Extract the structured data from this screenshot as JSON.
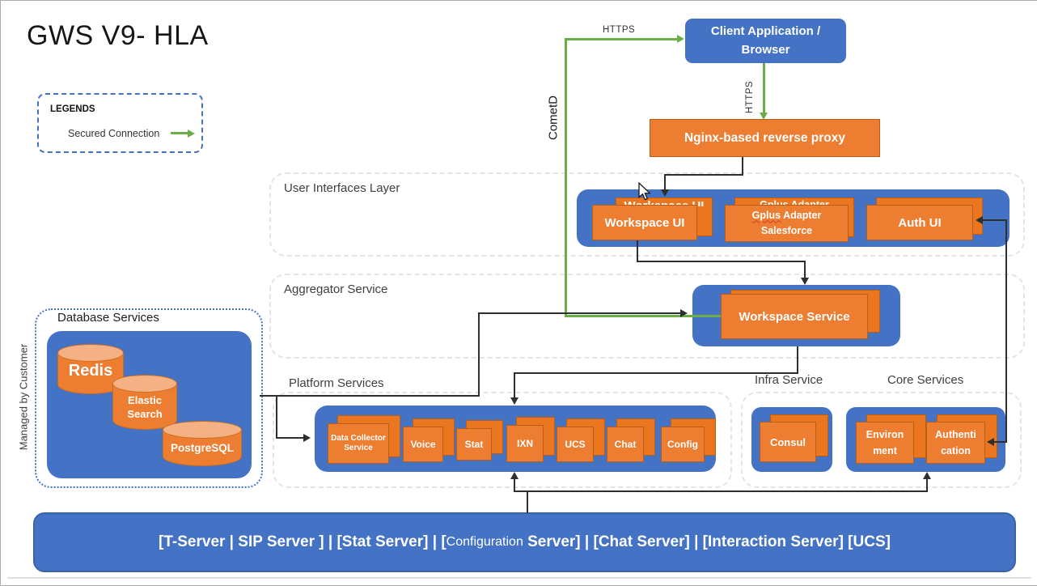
{
  "title": "GWS V9- HLA",
  "legend": {
    "heading": "LEGENDS",
    "secured_connection": "Secured Connection"
  },
  "connections": {
    "https_top": "HTTPS",
    "https_mid": "HTTPS",
    "cometd": "CometD"
  },
  "nodes": {
    "client": "Client Application / Browser",
    "nginx": "Nginx-based reverse proxy",
    "workspace_ui": "Workspace UI",
    "gplus": {
      "word": "Gplus",
      "rest": " Adapter",
      "line2": "Salesforce"
    },
    "auth_ui": "Auth UI",
    "workspace_service": "Workspace Service",
    "consul": "Consul",
    "environment": {
      "line1": "Environ",
      "line2": "ment"
    },
    "authentication": {
      "line1": "Authenti",
      "line2": "cation"
    }
  },
  "layers": {
    "user_interfaces": "User Interfaces Layer",
    "aggregator": "Aggregator Service",
    "platform": "Platform Services",
    "infra": "Infra Service",
    "core": "Core Services",
    "database": "Database Services",
    "managed_by": "Managed by Customer"
  },
  "platform_items": [
    "Data Collector Service",
    "Voice",
    "Stat",
    "IXN",
    "UCS",
    "Chat",
    "Config"
  ],
  "databases": [
    "Redis",
    "Elastic Search",
    "PostgreSQL"
  ],
  "backend_bar": {
    "part1": "[T-Server | SIP Server ] | [Stat Server] | [",
    "config_word": "Configuration",
    "part2": " Server] | [Chat Server] | [Interaction Server] [UCS]"
  },
  "colors": {
    "blue": "#4472C4",
    "orange": "#ED7D31",
    "green": "#70AD47"
  }
}
